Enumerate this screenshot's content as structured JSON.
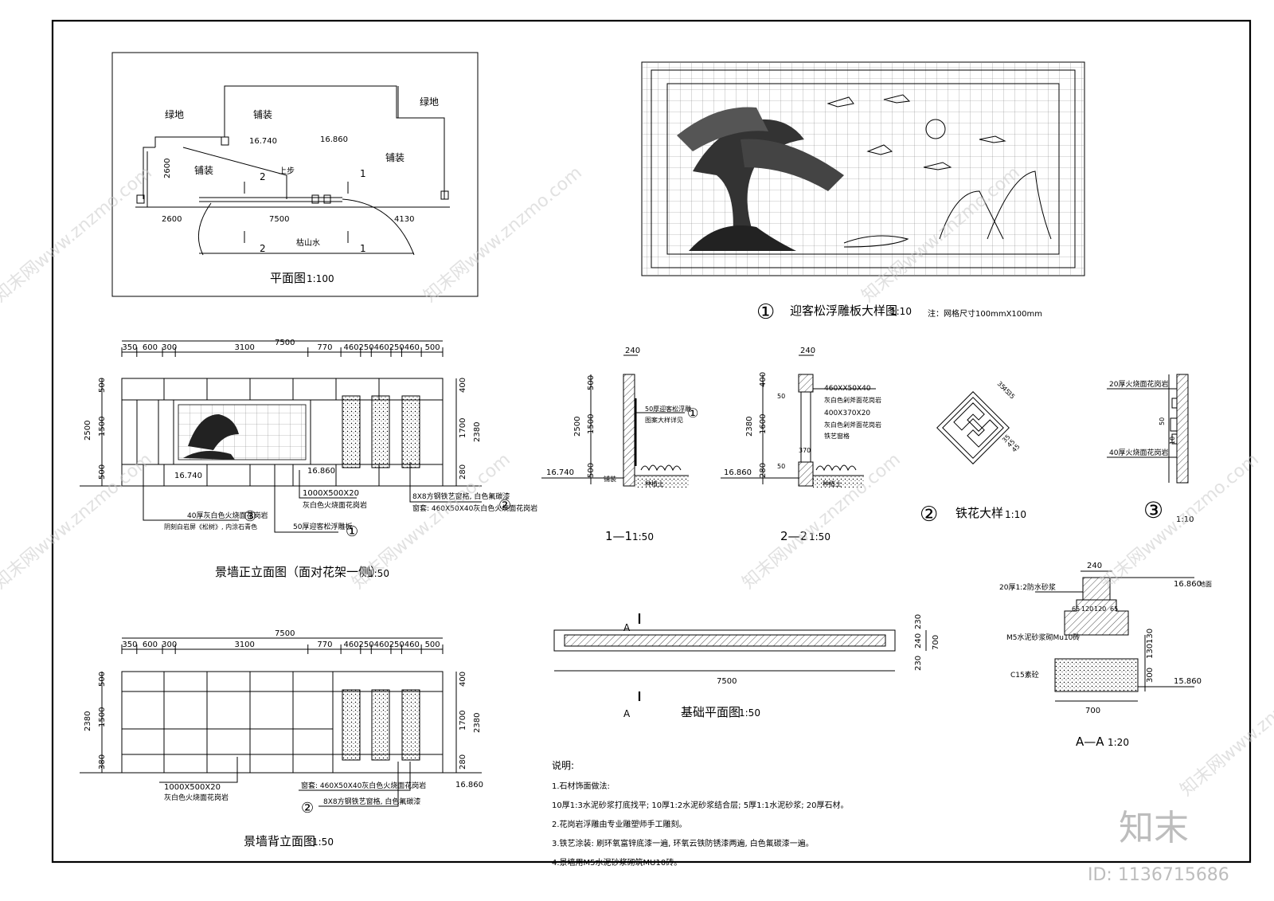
{
  "plan": {
    "labels": {
      "green_left": "绿地",
      "green_right": "绿地",
      "paving_top": "铺装",
      "paving_left": "铺装",
      "paving_right": "铺装",
      "dry_water": "枯山水",
      "up_step": "上步"
    },
    "elev_left": "16.740",
    "elev_right": "16.860",
    "dims": {
      "d2600v": "2600",
      "d2600": "2600",
      "d7500": "7500",
      "d4130": "4130"
    },
    "section_marks": {
      "s1": "1",
      "s2": "2"
    },
    "title": "平面图",
    "scale": "1:100"
  },
  "relief": {
    "num": "①",
    "title": "迎客松浮雕板大样图",
    "scale": "1:10",
    "note": "注：网格尺寸100mmX100mm"
  },
  "front": {
    "top_total": "7500",
    "top_dims": [
      "350",
      "600",
      "300",
      "3100",
      "770",
      "460",
      "250",
      "460",
      "250",
      "460",
      "500"
    ],
    "left_dims": [
      "500",
      "1500",
      "500"
    ],
    "left_total": "2500",
    "right_dims": [
      "400",
      "1700",
      "280"
    ],
    "right_total": "2380",
    "elev_a": "16.740",
    "elev_b": "16.860",
    "callouts": {
      "slab": "1000X500X20",
      "slab_desc": "灰白色火烧面花岗岩",
      "iron": "8X8方钢铁艺窗格, 白色氟碳漆",
      "frame": "窗套: 460X50X40灰白色火烧面花岗岩",
      "plate": "40厚灰白色火烧面花岗岩",
      "plate_desc": "阴刻白岩屏《松树》, 内涂石青色",
      "relief": "50厚迎客松浮雕板"
    },
    "marks": {
      "m1": "①",
      "m2": "②",
      "m3": "③"
    },
    "title": "景墙正立面图（面对花架一侧）",
    "scale": "1:50"
  },
  "back": {
    "top_total": "7500",
    "top_dims": [
      "350",
      "600",
      "300",
      "3100",
      "770",
      "460",
      "250",
      "460",
      "250",
      "460",
      "500"
    ],
    "left_dims": [
      "500",
      "1500",
      "380"
    ],
    "left_total": "2380",
    "right_dims": [
      "400",
      "1700",
      "280"
    ],
    "right_total": "2380",
    "elev": "16.860",
    "callouts": {
      "slab": "1000X500X20",
      "slab_desc": "灰白色火烧面花岗岩",
      "frame": "窗套: 460X50X40灰白色火烧面花岗岩",
      "iron": "8X8方钢铁艺窗格, 白色氟碳漆"
    },
    "mark": "②",
    "title": "景墙背立面图",
    "scale": "1:50"
  },
  "sec11": {
    "top": "240",
    "dims": [
      "500",
      "1500",
      "500"
    ],
    "total": "2500",
    "elev": "16.740",
    "note1": "50厚迎客松浮雕",
    "note2": "图案大样详见",
    "mark": "①",
    "soil": "种植土",
    "base": "铺装",
    "title": "1—1",
    "scale": "1:50"
  },
  "sec22": {
    "top": "240",
    "dims": [
      "400",
      "1600",
      "280"
    ],
    "total": "2380",
    "notes": [
      "460XX50X40",
      "灰白色剁斧面花岗岩",
      "400X370X20",
      "灰白色剁斧面花岗岩",
      "铁艺窗格"
    ],
    "small_50a": "50",
    "small_50b": "50",
    "small_370": "370",
    "elev": "16.860",
    "soil": "种植土",
    "title": "2—2",
    "scale": "1:50"
  },
  "iron": {
    "num": "②",
    "title": "铁花大样",
    "scale": "1:10",
    "dims": [
      "35",
      "45",
      "35",
      "35",
      "45",
      "45"
    ]
  },
  "detail3": {
    "num": "③",
    "scale": "1:10",
    "note1": "20厚火烧面花岗岩",
    "note2": "40厚火烧面花岗岩",
    "d50": "50",
    "d10": "10"
  },
  "found_plan": {
    "a_top": "A",
    "a_bot": "A",
    "dims": [
      "230",
      "240",
      "230"
    ],
    "total": "700",
    "len": "7500",
    "title": "基础平面图",
    "scale": "1:50"
  },
  "sectionA": {
    "top": "240",
    "layer1": "20厚1:2防水砂浆",
    "sub": [
      "65",
      "120",
      "120",
      "65"
    ],
    "brick": "M5水泥砂浆砌Mu10砖",
    "concrete": "C15素砼",
    "rdims": [
      "130",
      "130",
      "300"
    ],
    "bottom": "700",
    "elev_top": "16.860",
    "elev_top_note": "地面",
    "elev_bot": "15.860",
    "title": "A—A",
    "scale": "1:20"
  },
  "notes": {
    "heading": "说明:",
    "items": [
      "1.石材饰面做法:",
      "10厚1:3水泥砂浆打底找平; 10厚1:2水泥砂浆结合层; 5厚1:1水泥砂浆; 20厚石材。",
      "2.花岗岩浮雕由专业雕塑师手工雕刻。",
      "3.铁艺涂装: 刷环氧富锌底漆一遍, 环氧云铁防锈漆两遍, 白色氟碳漆一遍。",
      "4.景墙用M5水泥砂浆砌筑MU10砖。"
    ]
  },
  "watermark": {
    "text": "知末网www.znzmo.com",
    "logo": "知末",
    "id": "ID: 1136715686"
  }
}
